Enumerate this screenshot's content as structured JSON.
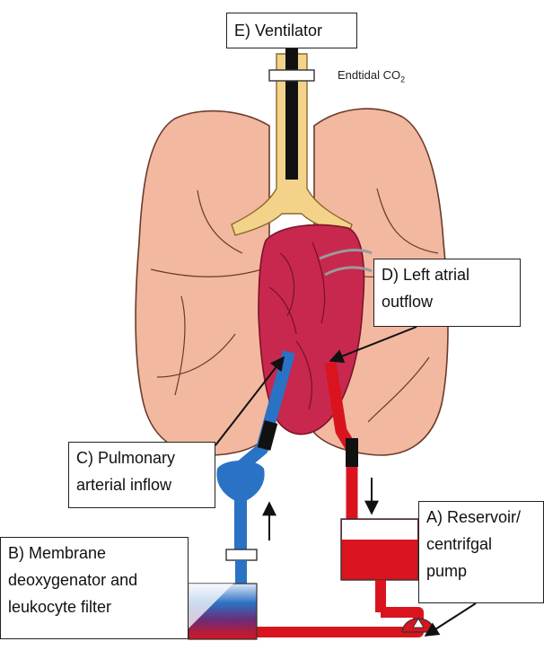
{
  "labels": {
    "ventilator": "E) Ventilator",
    "endtidal": "Endtidal CO",
    "endtidal_sub": "2",
    "left_atrial": [
      "D) Left atrial",
      "outflow"
    ],
    "pulmonary_arterial": [
      "C) Pulmonary",
      "arterial inflow"
    ],
    "reservoir": [
      "A) Reservoir/",
      "centrifgal",
      "pump"
    ],
    "membrane": [
      "B) Membrane",
      "deoxygenator and",
      "leukocyte filter"
    ]
  },
  "colors": {
    "lung_fill": "#f2b8a0",
    "lung_stroke": "#6b3a2a",
    "heart": "#c8284e",
    "trachea": "#f3d38a",
    "tube_black": "#111111",
    "venous_blue": "#2a72c4",
    "arterial_red": "#d9141e"
  }
}
